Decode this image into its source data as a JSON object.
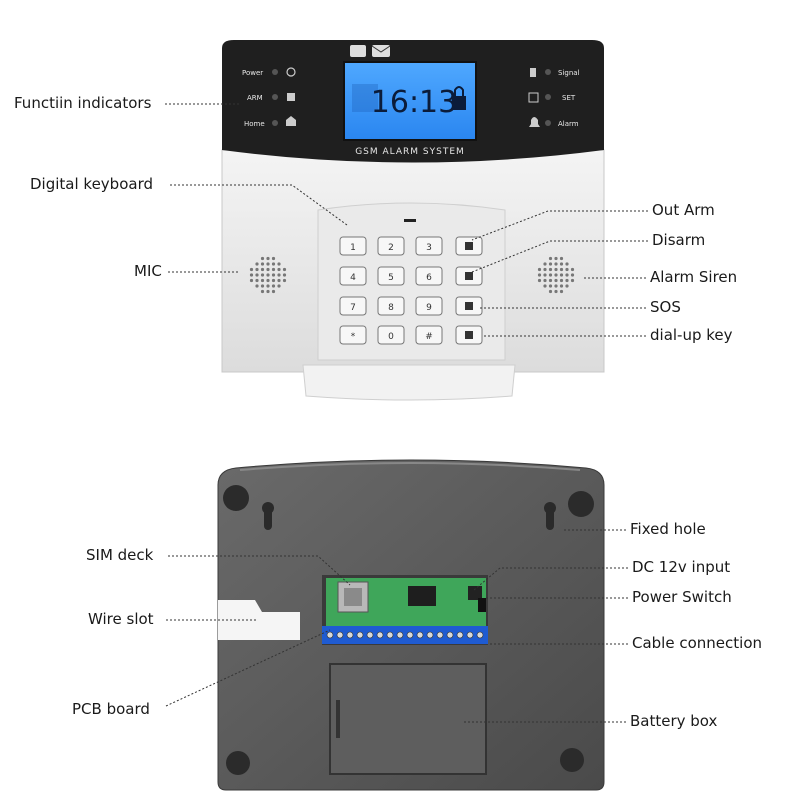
{
  "device": {
    "panel_title": "GSM ALARM SYSTEM",
    "lcd_time": "16:13",
    "indicators_left": [
      {
        "label": "Power",
        "icon": "power-icon"
      },
      {
        "label": "ARM",
        "icon": "lock-icon"
      },
      {
        "label": "Home",
        "icon": "home-icon"
      }
    ],
    "indicators_right": [
      {
        "label": "Signal",
        "icon": "signal-icon"
      },
      {
        "label": "SET",
        "icon": "check-icon"
      },
      {
        "label": "Alarm",
        "icon": "bell-icon"
      }
    ],
    "keys": [
      "1",
      "2",
      "3",
      "4",
      "5",
      "6",
      "7",
      "8",
      "9",
      "*",
      "0",
      "#"
    ]
  },
  "front_callouts": {
    "function_indicators": "Functiin indicators",
    "digital_keyboard": "Digital keyboard",
    "mic": "MIC",
    "out_arm": "Out Arm",
    "disarm": "Disarm",
    "alarm_siren": "Alarm Siren",
    "sos": "SOS",
    "dial_up_key": "dial-up key"
  },
  "back_callouts": {
    "fixed_hole": "Fixed hole",
    "sim_deck": "SIM deck",
    "dc_input": "DC 12v input",
    "power_switch": "Power Switch",
    "wire_slot": "Wire slot",
    "cable_connection": "Cable connection",
    "pcb_board": "PCB board",
    "battery_box": "Battery box"
  }
}
